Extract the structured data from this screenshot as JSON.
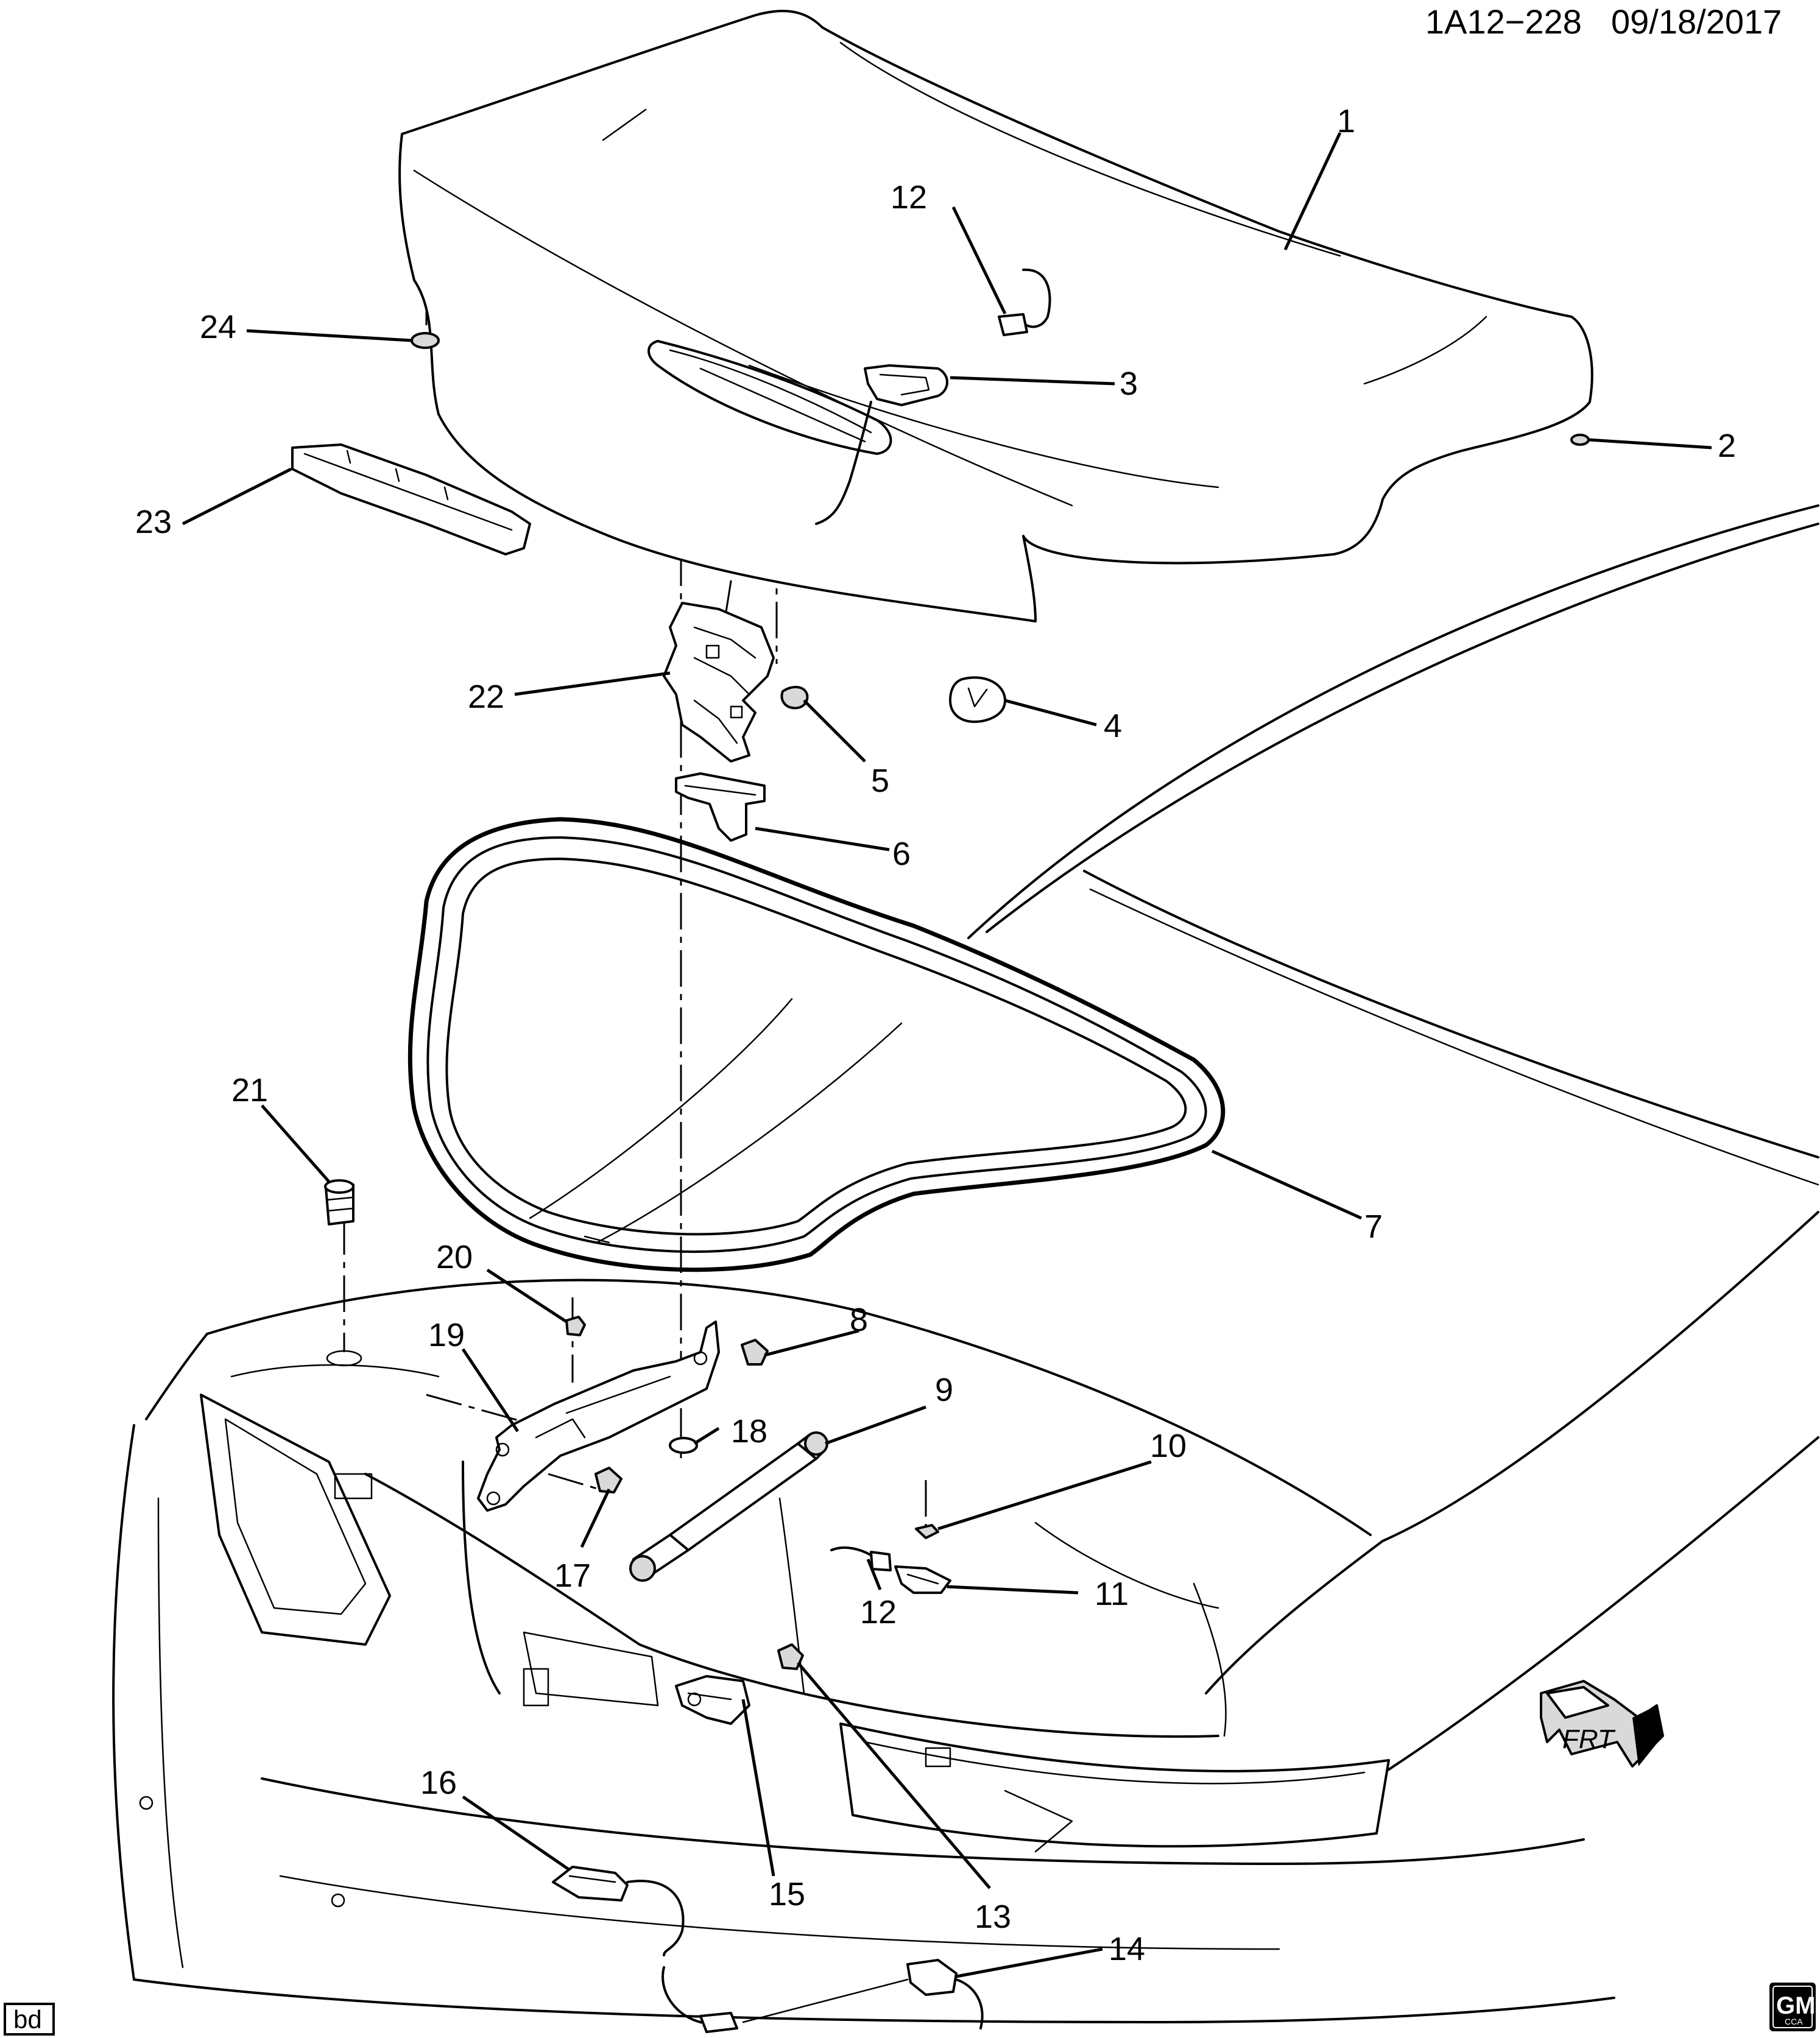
{
  "header": {
    "diagram_code": "1A12−228",
    "date": "09/18/2017"
  },
  "footer": {
    "artist_initials": "bd",
    "logo_brand": "GM",
    "logo_sub": "CCA"
  },
  "orientation_label": "FRT",
  "callouts": {
    "c1": "1",
    "c2": "2",
    "c3": "3",
    "c4": "4",
    "c5": "5",
    "c6": "6",
    "c7": "7",
    "c8": "8",
    "c9": "9",
    "c10": "10",
    "c11": "11",
    "c12a": "12",
    "c12b": "12",
    "c13": "13",
    "c14": "14",
    "c15": "15",
    "c16": "16",
    "c17": "17",
    "c18": "18",
    "c19": "19",
    "c20": "20",
    "c21": "21",
    "c22": "22",
    "c23": "23",
    "c24": "24"
  }
}
